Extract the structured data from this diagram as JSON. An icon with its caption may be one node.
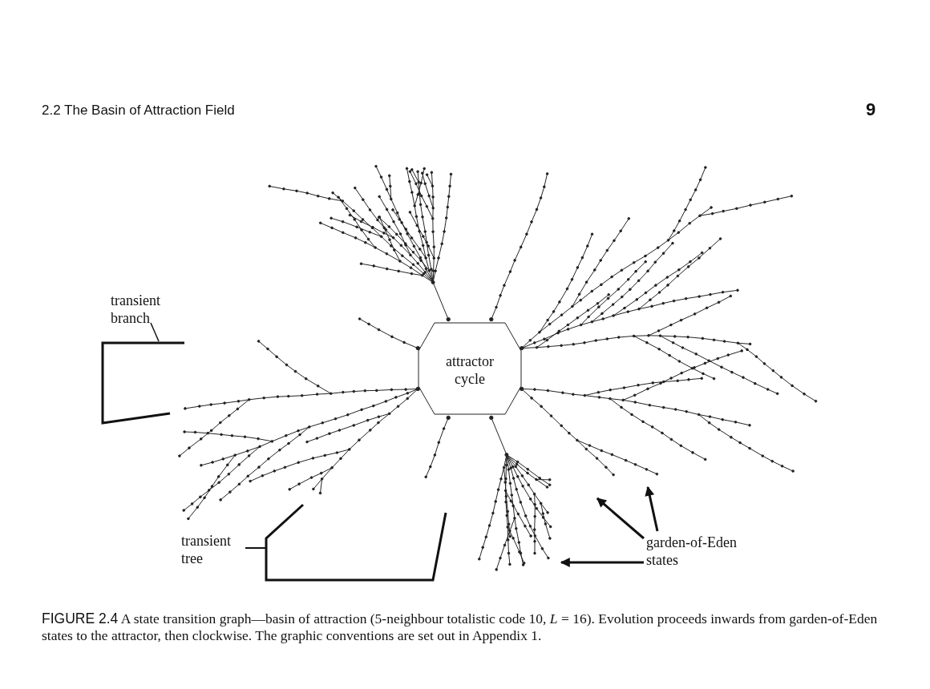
{
  "diagram": {
    "title": "2.2 The Basin of Attraction Field",
    "caption": "**FIGURE 2.4** A state transition graph—basin of attraction (5-neighbour totalistic code 10, *L* = 16). Evolution proceeds inwards from garden-of-Eden states to the attractor, then clockwise. The graphic conventions are set out in Appendix 1.",
    "nodes": [
      {
        "text": [
          "attractor cycle"
        ]
      },
      {
        "text": [
          "garden-of-Eden states"
        ]
      }
    ],
    "edges": [
      {
        "from": 1,
        "to": null,
        "arrow": "to"
      },
      {
        "from": 1,
        "to": null,
        "arrow": "to"
      },
      {
        "from": 1,
        "to": null,
        "arrow": "to"
      }
    ],
    "labels": [
      "9",
      "transient branch",
      "transient tree"
    ]
  }
}
